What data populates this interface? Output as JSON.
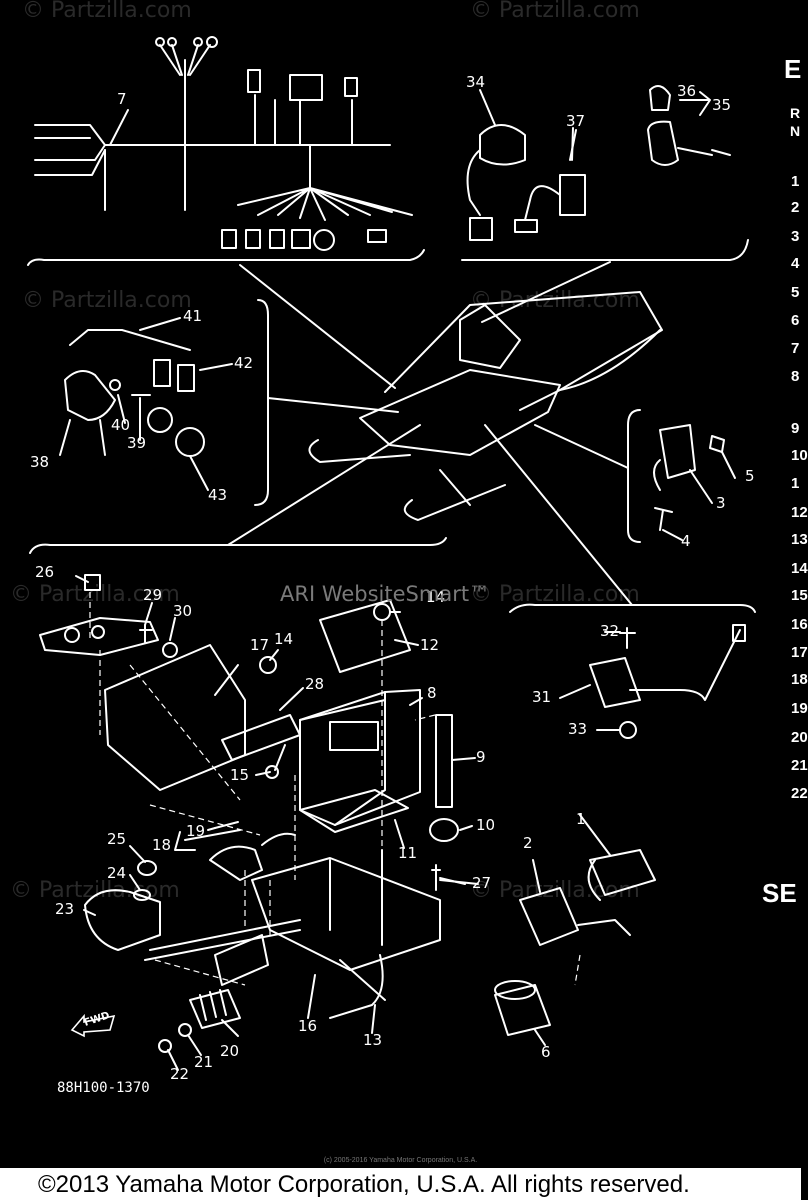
{
  "watermark": "© Partzilla.com",
  "overlay_text": "ARI WebsiteSmart™",
  "header": {
    "section_letter": "E",
    "ref_label_1": "R",
    "ref_label_2": "N",
    "se_label": "SE"
  },
  "ref_numbers": [
    "1",
    "2",
    "3",
    "4",
    "5",
    "6",
    "7",
    "8",
    "9",
    "10",
    "1",
    "12",
    "13",
    "14",
    "15",
    "16",
    "17",
    "18",
    "19",
    "20",
    "21",
    "22"
  ],
  "callouts": [
    "1",
    "2",
    "3",
    "4",
    "5",
    "6",
    "7",
    "8",
    "9",
    "10",
    "11",
    "12",
    "13",
    "14",
    "14",
    "15",
    "16",
    "17",
    "18",
    "19",
    "20",
    "21",
    "22",
    "23",
    "24",
    "25",
    "26",
    "27",
    "28",
    "29",
    "30",
    "31",
    "32",
    "33",
    "34",
    "35",
    "36",
    "37",
    "38",
    "39",
    "40",
    "41",
    "42",
    "43"
  ],
  "fwd_label": "FWD",
  "part_code": "88H100-1370",
  "tiny_copyright": "(c) 2005-2016 Yamaha Motor Corporation, U.S.A.",
  "footer_copyright": "©2013 Yamaha Motor Corporation, U.S.A. All rights reserved.",
  "colors": {
    "background": "#000000",
    "line": "#ffffff",
    "footer_bg": "#ffffff"
  }
}
